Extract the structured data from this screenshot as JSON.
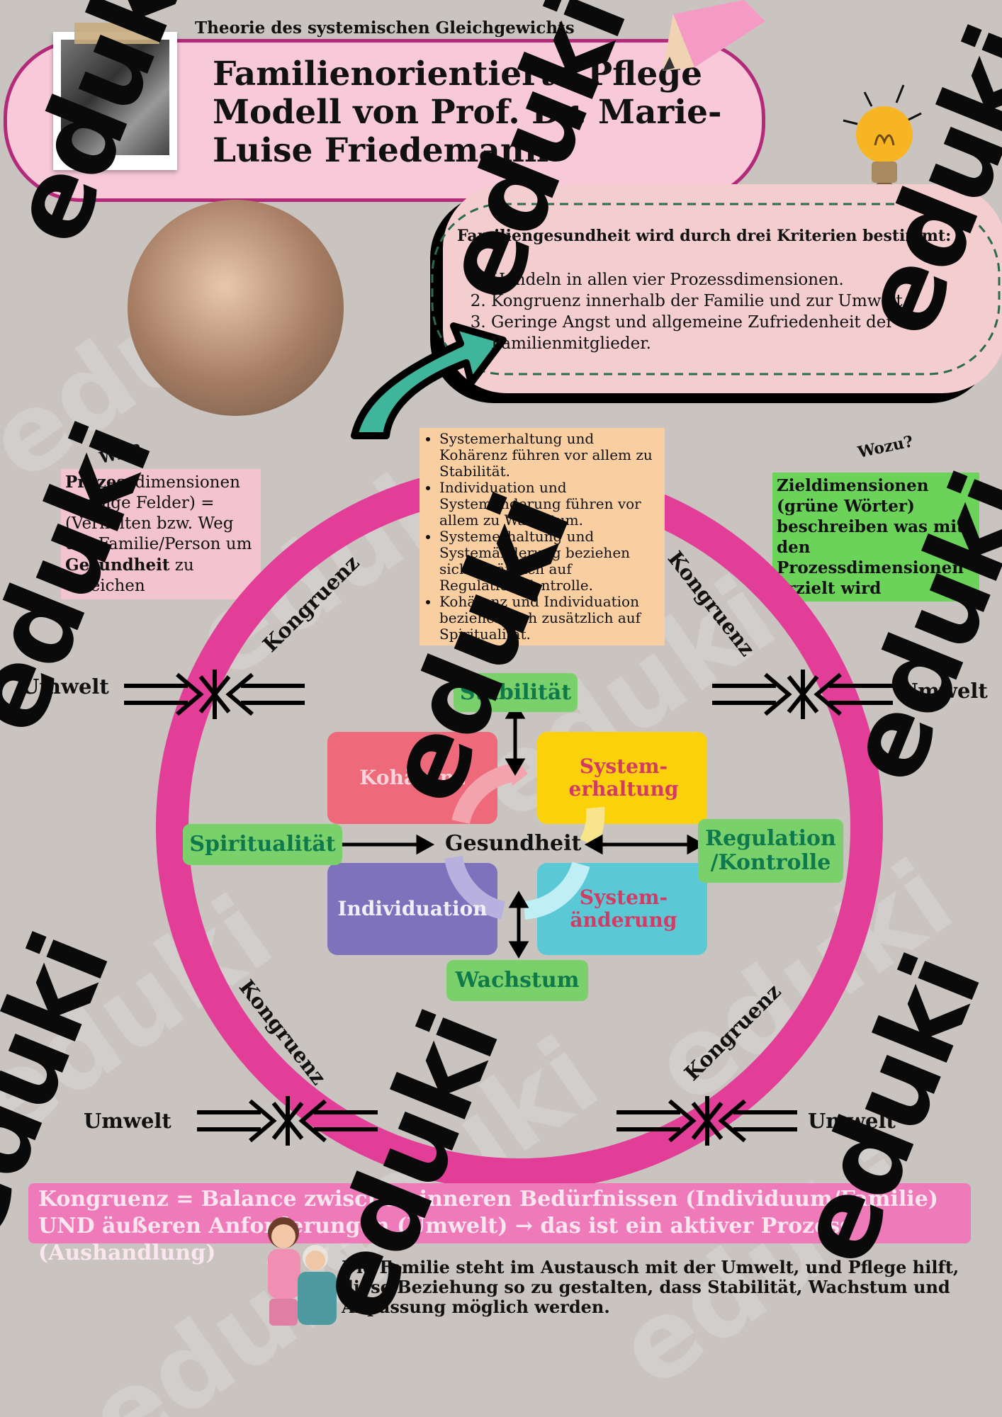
{
  "header": {
    "subtitle": "Theorie des systemischen Gleichgewichts",
    "title": "Familienorientierte Pflege Modell von Prof. Dr. Marie-Luise Friedemann"
  },
  "criteria": {
    "title": "Familiengesundheit wird durch drei Kriterien bestimmt:",
    "items": [
      "Handeln in allen vier Prozessdimensionen.",
      "Kongruenz innerhalb der Familie und zur Umwelt.",
      "Geringe Angst und allgemeine Zufriedenheit der Familienmitglieder."
    ]
  },
  "left_note": {
    "question": "Wie?",
    "bold_word": "Prozess",
    "text_part1": "dimensionen (farbige Felder) = (Verhalten bzw. Weg der Familie/Person um ",
    "bold_word2": "Gesundheit",
    "text_part2": " zu erreichen"
  },
  "right_note": {
    "question": "Wozu?",
    "text": "Zieldimensionen (grüne Wörter) beschreiben was mit den Prozessdimensionen erzielt wird"
  },
  "center_note": {
    "items": [
      "Systemerhaltung und Kohärenz führen vor allem zu Stabilität.",
      "Individuation und Systemänderung führen vor allem zu Wachstum.",
      "Systemerhaltung und Systemänderung beziehen sich zusätzlich auf Regulation/Kontrolle.",
      "Kohärenz und Individuation beziehen sich zusätzlich auf Spiritualität."
    ]
  },
  "diagram": {
    "kongruenz_label": "Kongruenz",
    "umwelt_label": "Umwelt",
    "center": "Gesundheit",
    "process": {
      "kohaerenz": "Kohärenz",
      "systemerhaltung": "System-erhaltung",
      "individuation": "Individuation",
      "systemaenderung": "System-änderung"
    },
    "goals": {
      "stabilitaet": "Stabilität",
      "spiritualitaet": "Spiritualität",
      "regulation": "Regulation /Kontrolle",
      "wachstum": "Wachstum"
    },
    "colors": {
      "ring": "#e23d97",
      "kohaerenz": "#ee6a7a",
      "systemerhaltung": "#fbd10a",
      "individuation": "#7f72bd",
      "systemaenderung": "#5bc8d6",
      "goal_bg": "#7ad06a",
      "goal_text": "#0e7a4c"
    }
  },
  "definition": "Kongruenz = Balance zwischen inneren Bedürfnissen (Individuum/Familie) UND äußeren Anforderungen (Umwelt) → das ist ein aktiver Prozess (Aushandlung)",
  "closing": "Die Familie steht im Austausch mit der Umwelt, und Pflege hilft, diese Beziehung so zu gestalten, dass Stabilität, Wachstum und Anpassung möglich werden.",
  "watermark": "eduki"
}
